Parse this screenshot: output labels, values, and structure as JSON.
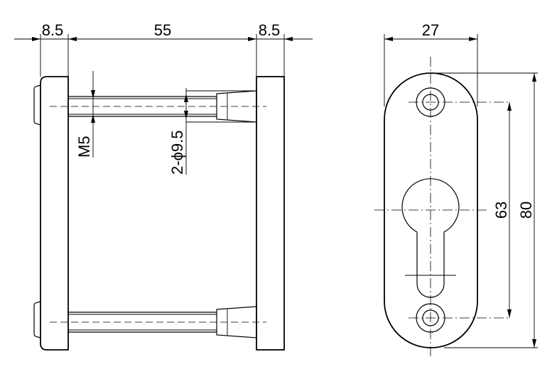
{
  "dimensions": {
    "left_flange": "8.5",
    "span": "55",
    "right_flange": "8.5",
    "thread": "M5",
    "holes": "2-ϕ9.5",
    "width": "27",
    "hole_spacing": "63",
    "overall_length": "80"
  }
}
